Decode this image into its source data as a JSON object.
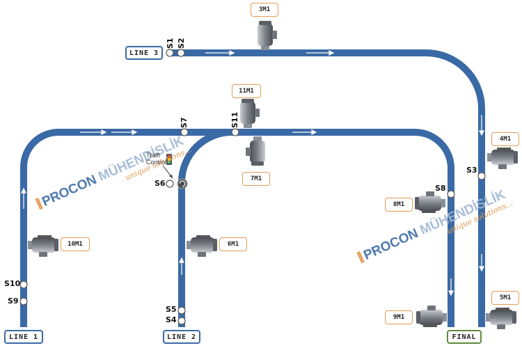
{
  "lines": {
    "line1": "LINE 1",
    "line2": "LINE 2",
    "line3": "LINE 3",
    "final": "FINAL"
  },
  "motors": {
    "m3": "3M1",
    "m11": "11M1",
    "m7": "7M1",
    "m4": "4M1",
    "m8": "8M1",
    "m10": "10M1",
    "m6": "6M1",
    "m9": "9M1",
    "m5": "5M1"
  },
  "sensors": {
    "s1": "S1",
    "s2": "S2",
    "s3": "S3",
    "s4": "S4",
    "s5": "S5",
    "s6": "S6",
    "s7": "S7",
    "s8": "S8",
    "s9": "S9",
    "s10": "S10",
    "s11": "S11"
  },
  "traffic_control": {
    "line1": "Traffi",
    "line2": "Control"
  },
  "watermark": {
    "brand": "PROCON",
    "suffix": "MÜHENDİSLİK",
    "tagline": "unique solutions..."
  },
  "colors": {
    "conveyor": "#3a6aa5",
    "motor_label_border": "#e39a55",
    "final_border": "#5f8a3c",
    "flow_arrow": "#ffffff"
  }
}
